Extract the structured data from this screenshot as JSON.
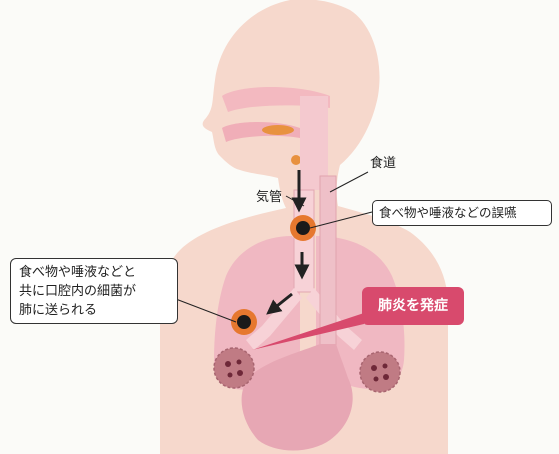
{
  "labels": {
    "esophagus": "食道",
    "trachea": "気管",
    "aspiration": "食べ物や唾液などの誤嚥",
    "bacteria_line1": "食べ物や唾液などと",
    "bacteria_line2": "共に口腔内の細菌が",
    "bacteria_line3": "肺に送られる",
    "pneumonia": "肺炎を発症"
  },
  "colors": {
    "body_skin": "#f6d8cc",
    "lung_pink": "#f0b8c2",
    "organ_pink": "#e7a7b4",
    "airway": "#f4c9cf",
    "marker_orange": "#e6782f",
    "callout_red": "#d84a6d",
    "bacteria": "#c07b84"
  },
  "icons": [
    "down-arrow-icon",
    "down-left-arrow-icon",
    "bacteria-icon",
    "aspiration-marker-icon"
  ]
}
